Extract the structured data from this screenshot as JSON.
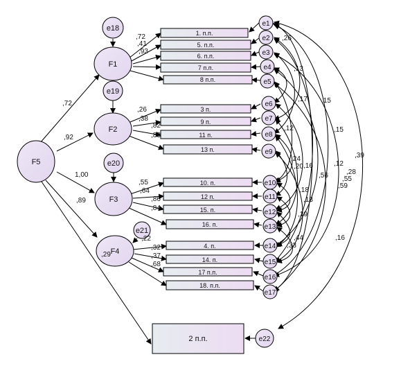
{
  "latent": {
    "F5": "F5",
    "F1": "F1",
    "F2": "F2",
    "F3": "F3",
    "F4": "F4",
    "e18": "e18",
    "e19": "e19",
    "e20": "e20",
    "e21": "e21"
  },
  "items": [
    "1. п.п.",
    "5. п.п.",
    "6. п.п.",
    "7 п.п.",
    "8 п.п.",
    "3 п.",
    "9 п.",
    "11 п.",
    "13 п.",
    "10. п.",
    "12 п.",
    "15. п.",
    "16. п.",
    "4. п.",
    "14. п.",
    "17 п.п.",
    "18. п.п."
  ],
  "errors": [
    "e1",
    "e2",
    "e3",
    "e4",
    "e5",
    "e6",
    "e7",
    "e8",
    "e9",
    "e10",
    "e11",
    "e12",
    "e13",
    "e14",
    "e15",
    "e16",
    "e17"
  ],
  "outcome": {
    "label": "2 п.п.",
    "error": "e22"
  },
  "coeffs": {
    "f5_f1": ",72",
    "f5_f2": ",92",
    "f5_f3": "1,00",
    "f5_f4": ",89",
    "f5_out": ",29",
    "f1": [
      ",72",
      ",41",
      ",93",
      "",
      ""
    ],
    "f2": [
      ",26",
      ",38",
      ",82",
      ",83"
    ],
    "f3": [
      ",55",
      ",64",
      ",86",
      ",84"
    ],
    "f4": [
      ",32",
      ",37",
      ",68",
      ""
    ],
    "e21": ",22",
    "corr": [
      ",26",
      ",13",
      ",17",
      ",15",
      ",15",
      ",39",
      ",28",
      ",55",
      ",59",
      ",12",
      ",56",
      ",24",
      ",20",
      ",16",
      ",18",
      ",13",
      ",19",
      ",44",
      ",33",
      ",16",
      ",12"
    ]
  }
}
